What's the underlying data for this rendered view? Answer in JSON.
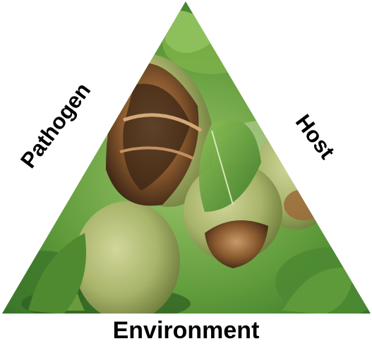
{
  "diagram": {
    "labels": {
      "left_side": "Pathogen",
      "right_side": "Host",
      "bottom_side": "Environment"
    },
    "photo_subject": "almond-fruits-with-hull-rot-on-branch",
    "colors": {
      "label_text": "#000000",
      "background": "#ffffff",
      "leaf_green": "#5f9b3a",
      "hull_green": "#a8b46a",
      "rot_brown": "#8a5a2e"
    }
  }
}
